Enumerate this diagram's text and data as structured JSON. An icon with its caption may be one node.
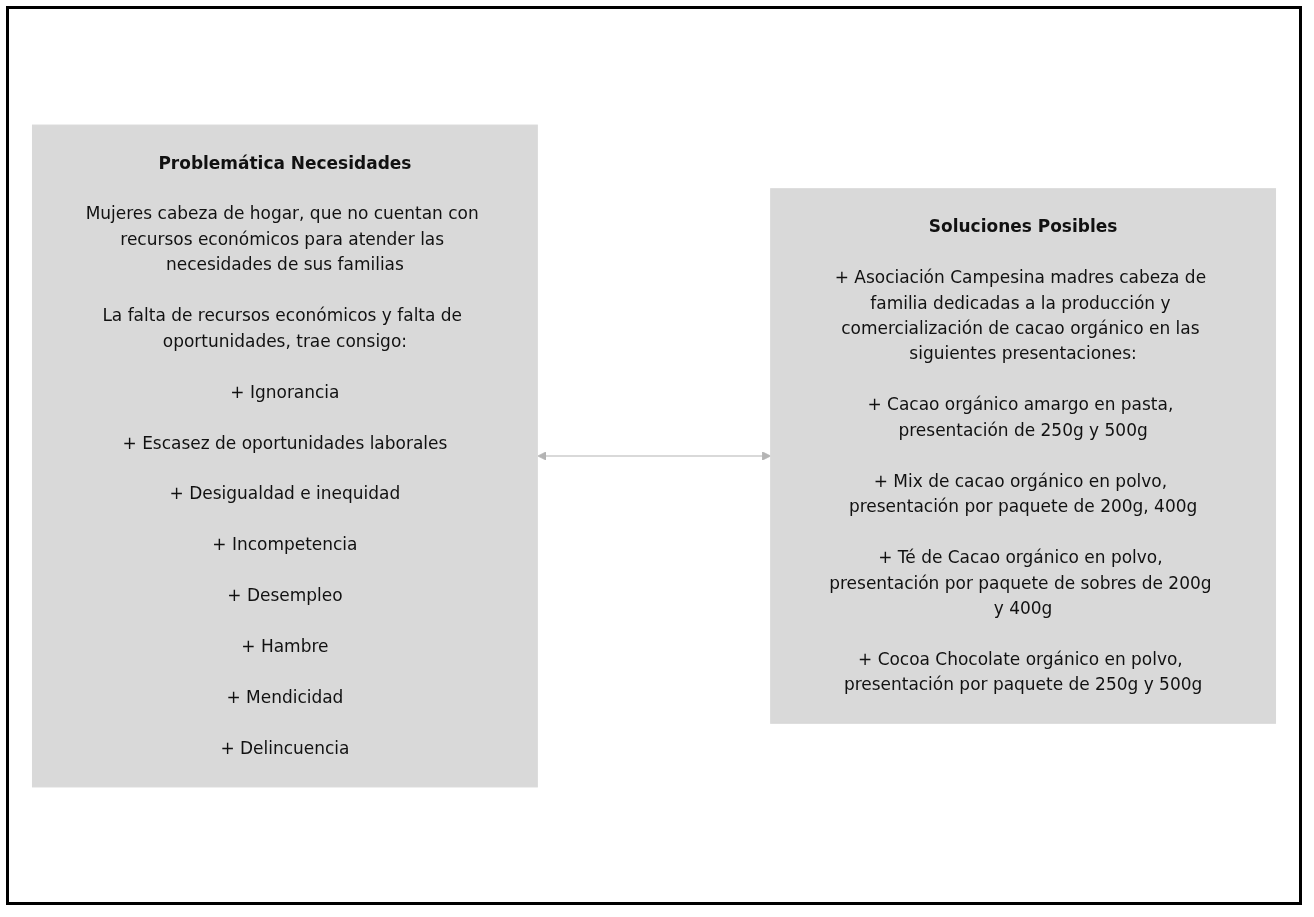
{
  "diagram": {
    "nodes": [
      {
        "text": [
          "Problemática Necesidades",
          "Mujeres cabeza de hogar, que no cuentan con recursos económicos para atender las necesidades de sus familias",
          "La falta de recursos económicos y falta de oportunidades, trae consigo:",
          "+ Ignorancia",
          "+ Escasez de oportunidades laborales",
          "+ Desigualdad e inequidad",
          "+ Incompetencia",
          "+ Desempleo",
          "+ Hambre",
          "+ Mendicidad",
          "+ Delincuencia"
        ]
      },
      {
        "text": [
          "Soluciones Posibles",
          "+ Asociación Campesina madres cabeza de familia dedicadas a la producción y comercialización de cacao orgánico en las siguientes presentaciones:",
          "+ Cacao orgánico amargo en pasta, presentación de 250g y 500g",
          "+ Mix de cacao orgánico en polvo, presentación por paquete de 200g, 400g",
          "+ Té de Cacao orgánico en polvo, presentación por paquete de sobres de 200g y 400g",
          "+ Cocoa Chocolate orgánico en polvo, presentación por paquete de 250g y 500g"
        ]
      }
    ],
    "edges": [
      {
        "from": 0,
        "to": 1,
        "arrow": "both",
        "color": "#b4b4b4"
      }
    ]
  }
}
